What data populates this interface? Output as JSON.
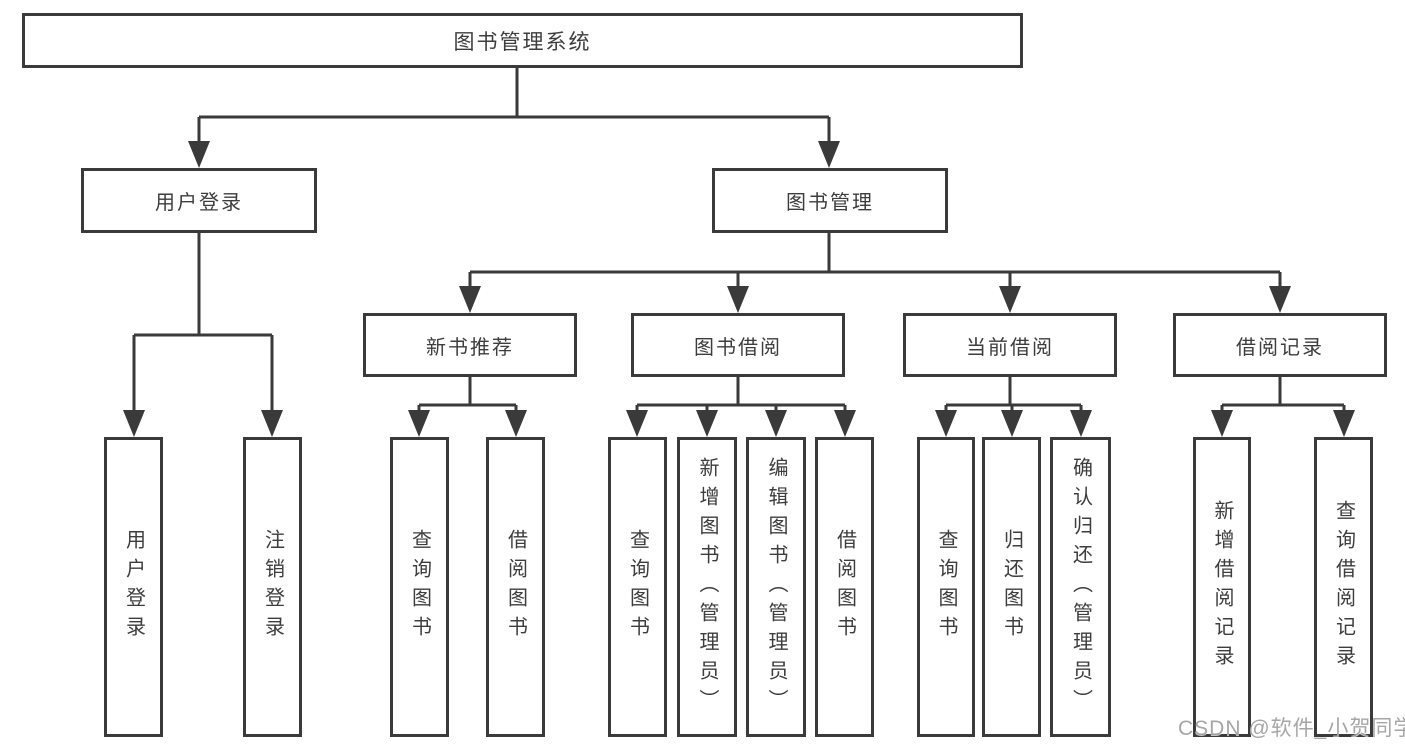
{
  "diagram": {
    "tree": {
      "label": "图书管理系统",
      "children": [
        {
          "label": "用户登录",
          "children": [
            {
              "label": "用户登录"
            },
            {
              "label": "注销登录"
            }
          ]
        },
        {
          "label": "图书管理",
          "children": [
            {
              "label": "新书推荐",
              "children": [
                {
                  "label": "查询图书"
                },
                {
                  "label": "借阅图书"
                }
              ]
            },
            {
              "label": "图书借阅",
              "children": [
                {
                  "label": "查询图书"
                },
                {
                  "label": "新增图书（管理员）"
                },
                {
                  "label": "编辑图书（管理员）"
                },
                {
                  "label": "借阅图书"
                }
              ]
            },
            {
              "label": "当前借阅",
              "children": [
                {
                  "label": "查询图书"
                },
                {
                  "label": "归还图书"
                },
                {
                  "label": "确认归还（管理员）"
                }
              ]
            },
            {
              "label": "借阅记录",
              "children": [
                {
                  "label": "新增借阅记录"
                },
                {
                  "label": "查询借阅记录"
                }
              ]
            }
          ]
        }
      ]
    },
    "watermark": "CSDN @软件_小贺同学",
    "colors": {
      "line": "#3a3a3a",
      "box_border": "#3a3a3a",
      "text": "#3d3d3d",
      "watermark": "#9e9e9e",
      "background": "#ffffff"
    }
  }
}
